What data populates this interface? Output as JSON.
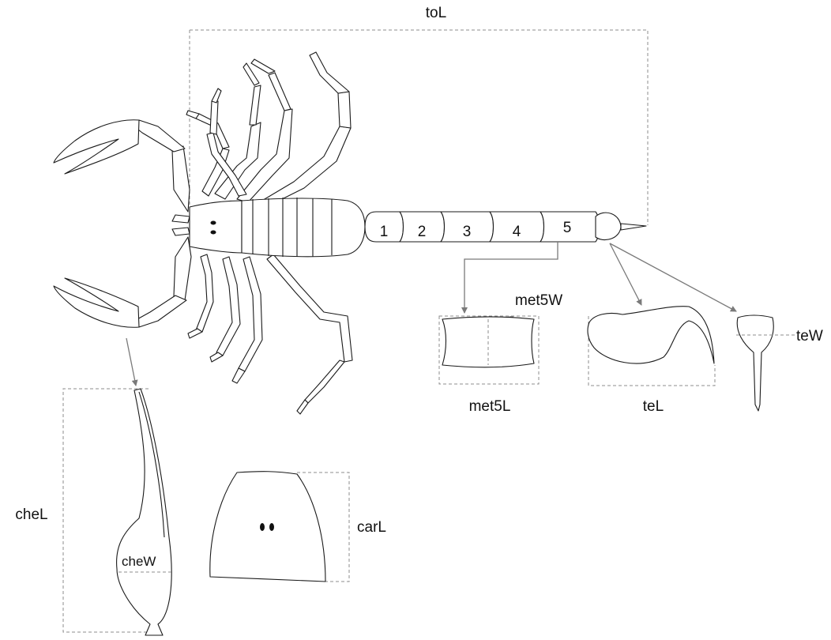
{
  "labels": {
    "total_length": "toL",
    "metasoma_width": "met5W",
    "metasoma_length": "met5L",
    "telson_length": "teL",
    "telson_width": "teW",
    "chela_length": "cheL",
    "chela_width": "cheW",
    "carapace_length": "carL"
  },
  "segments": [
    "1",
    "2",
    "3",
    "4",
    "5"
  ],
  "colors": {
    "outline": "#1a1a1a",
    "dashed_box": "#8c8c8c",
    "arrow": "#7a7a7a"
  }
}
